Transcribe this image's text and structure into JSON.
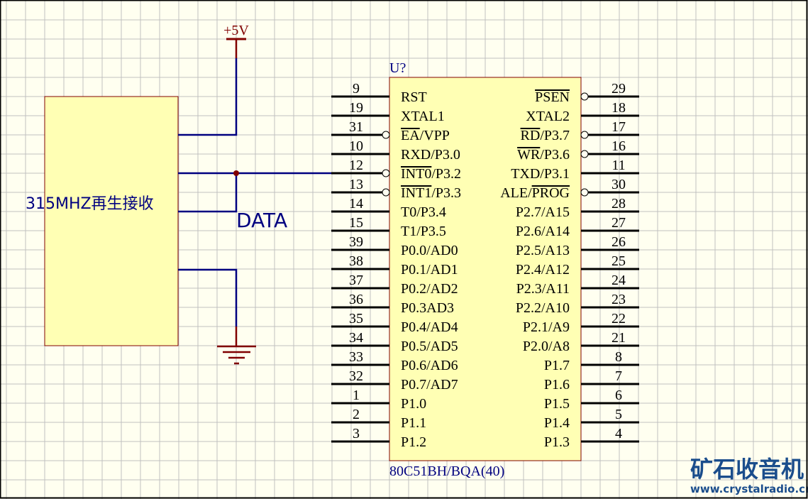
{
  "power": {
    "label": "+5V"
  },
  "ground": {
    "label": "GND"
  },
  "module": {
    "label": "315MHZ再生接收"
  },
  "net_label": "DATA",
  "chip": {
    "designator": "U?",
    "part_name": "80C51BH/BQA(40)",
    "left_pins": [
      {
        "num": "9",
        "name": "RST",
        "inverted": false,
        "overbar": ""
      },
      {
        "num": "19",
        "name": "XTAL1",
        "inverted": false,
        "overbar": ""
      },
      {
        "num": "31",
        "name": "EA/VPP",
        "inverted": true,
        "overbar": "EA"
      },
      {
        "num": "10",
        "name": "RXD/P3.0",
        "inverted": false,
        "overbar": ""
      },
      {
        "num": "12",
        "name": "INT0/P3.2",
        "inverted": true,
        "overbar": "INT0"
      },
      {
        "num": "13",
        "name": "INT1/P3.3",
        "inverted": true,
        "overbar": "INT1"
      },
      {
        "num": "14",
        "name": "T0/P3.4",
        "inverted": false,
        "overbar": ""
      },
      {
        "num": "15",
        "name": "T1/P3.5",
        "inverted": false,
        "overbar": ""
      },
      {
        "num": "39",
        "name": "P0.0/AD0",
        "inverted": false,
        "overbar": ""
      },
      {
        "num": "38",
        "name": "P0.1/AD1",
        "inverted": false,
        "overbar": ""
      },
      {
        "num": "37",
        "name": "P0.2/AD2",
        "inverted": false,
        "overbar": ""
      },
      {
        "num": "36",
        "name": "P0.3AD3",
        "inverted": false,
        "overbar": ""
      },
      {
        "num": "35",
        "name": "P0.4/AD4",
        "inverted": false,
        "overbar": ""
      },
      {
        "num": "34",
        "name": "P0.5/AD5",
        "inverted": false,
        "overbar": ""
      },
      {
        "num": "33",
        "name": "P0.6/AD6",
        "inverted": false,
        "overbar": ""
      },
      {
        "num": "32",
        "name": "P0.7/AD7",
        "inverted": false,
        "overbar": ""
      },
      {
        "num": "1",
        "name": "P1.0",
        "inverted": false,
        "overbar": ""
      },
      {
        "num": "2",
        "name": "P1.1",
        "inverted": false,
        "overbar": ""
      },
      {
        "num": "3",
        "name": "P1.2",
        "inverted": false,
        "overbar": ""
      }
    ],
    "right_pins": [
      {
        "num": "29",
        "name": "PSEN",
        "inverted": true,
        "overbar": "PSEN"
      },
      {
        "num": "18",
        "name": "XTAL2",
        "inverted": false,
        "overbar": ""
      },
      {
        "num": "17",
        "name": "RD/P3.7",
        "inverted": true,
        "overbar": "RD"
      },
      {
        "num": "16",
        "name": "WR/P3.6",
        "inverted": true,
        "overbar": "WR"
      },
      {
        "num": "11",
        "name": "TXD/P3.1",
        "inverted": false,
        "overbar": ""
      },
      {
        "num": "30",
        "name": "ALE/PROG",
        "inverted": true,
        "overbar": "PROG"
      },
      {
        "num": "28",
        "name": "P2.7/A15",
        "inverted": false,
        "overbar": ""
      },
      {
        "num": "27",
        "name": "P2.6/A14",
        "inverted": false,
        "overbar": ""
      },
      {
        "num": "26",
        "name": "P2.5/A13",
        "inverted": false,
        "overbar": ""
      },
      {
        "num": "25",
        "name": "P2.4/A12",
        "inverted": false,
        "overbar": ""
      },
      {
        "num": "24",
        "name": "P2.3/A11",
        "inverted": false,
        "overbar": ""
      },
      {
        "num": "23",
        "name": "P2.2/A10",
        "inverted": false,
        "overbar": ""
      },
      {
        "num": "22",
        "name": "P2.1/A9",
        "inverted": false,
        "overbar": ""
      },
      {
        "num": "21",
        "name": "P2.0/A8",
        "inverted": false,
        "overbar": ""
      },
      {
        "num": "8",
        "name": "P1.7",
        "inverted": false,
        "overbar": ""
      },
      {
        "num": "7",
        "name": "P1.6",
        "inverted": false,
        "overbar": ""
      },
      {
        "num": "6",
        "name": "P1.5",
        "inverted": false,
        "overbar": ""
      },
      {
        "num": "5",
        "name": "P1.4",
        "inverted": false,
        "overbar": ""
      },
      {
        "num": "4",
        "name": "P1.3",
        "inverted": false,
        "overbar": ""
      }
    ]
  },
  "watermark": {
    "title": "矿石收音机",
    "url": "www.crystalradio.cn"
  },
  "colors": {
    "background": "#fffff0",
    "grid": "#c0c0c0",
    "body_fill": "#ffffb4",
    "body_stroke": "#800000",
    "wire": "#000080",
    "power": "#800000",
    "pin": "#000000",
    "text": "#000000",
    "designator": "#000080",
    "watermark": "#1a4d8c"
  }
}
